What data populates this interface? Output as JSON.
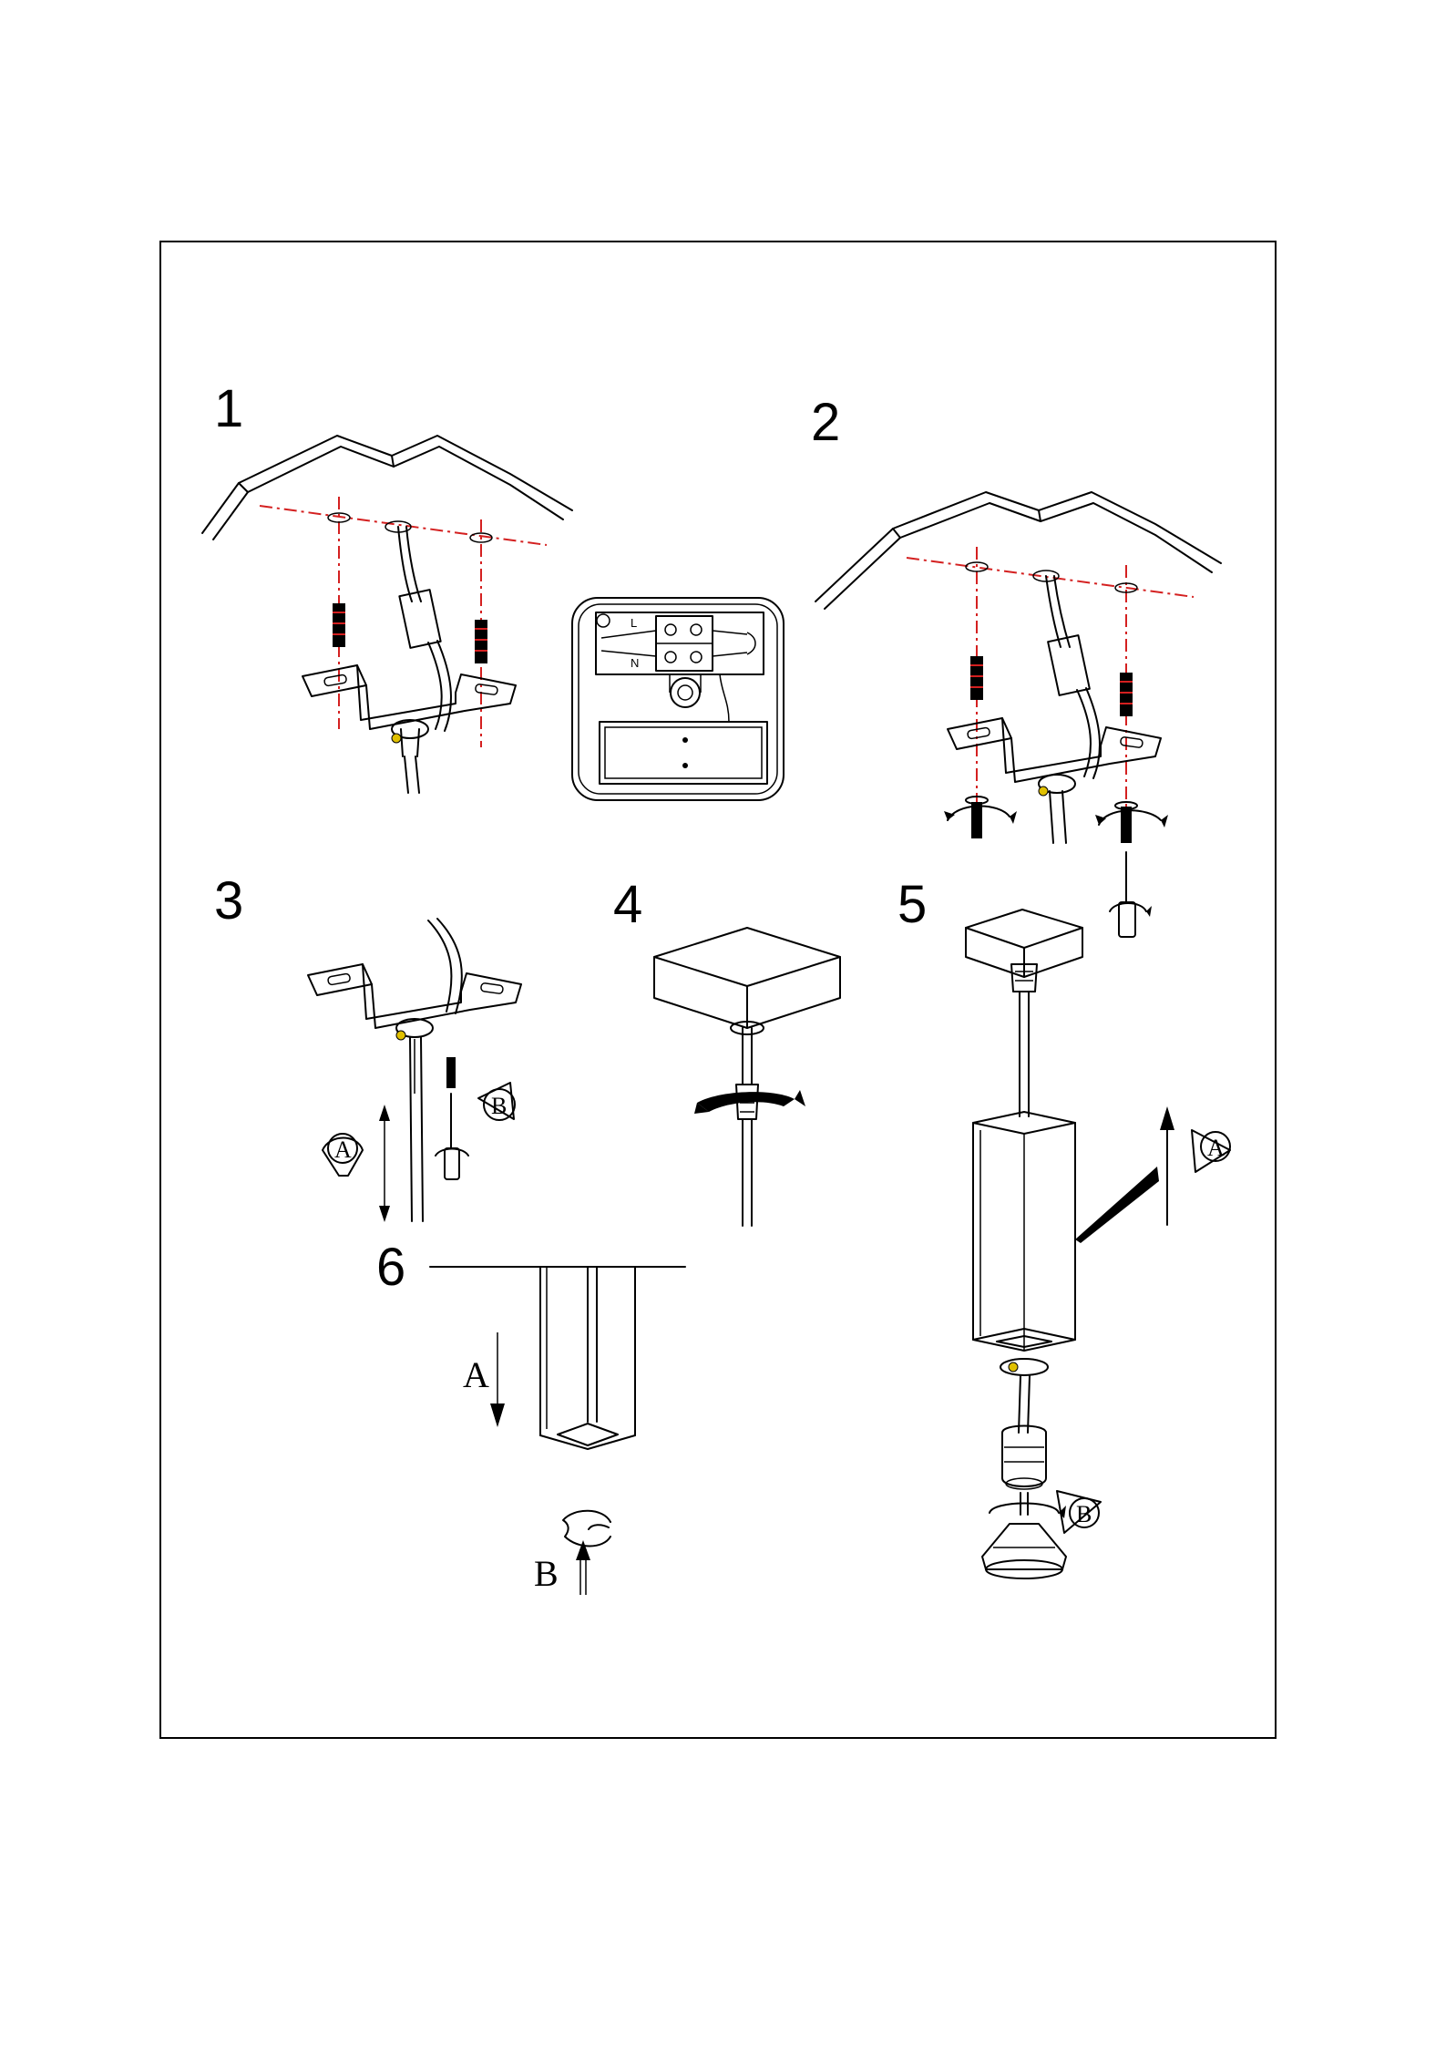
{
  "steps": [
    {
      "number": "1"
    },
    {
      "number": "2"
    },
    {
      "number": "3",
      "labels": [
        "A",
        "B"
      ]
    },
    {
      "number": "4"
    },
    {
      "number": "5",
      "labels": [
        "A",
        "B"
      ]
    },
    {
      "number": "6",
      "labels": [
        "A",
        "B"
      ]
    }
  ],
  "terminal_block": {
    "labels": [
      "L",
      "N"
    ]
  },
  "colors": {
    "drilling_axis": "#d42020",
    "line": "#000000",
    "frame": "#000000"
  }
}
